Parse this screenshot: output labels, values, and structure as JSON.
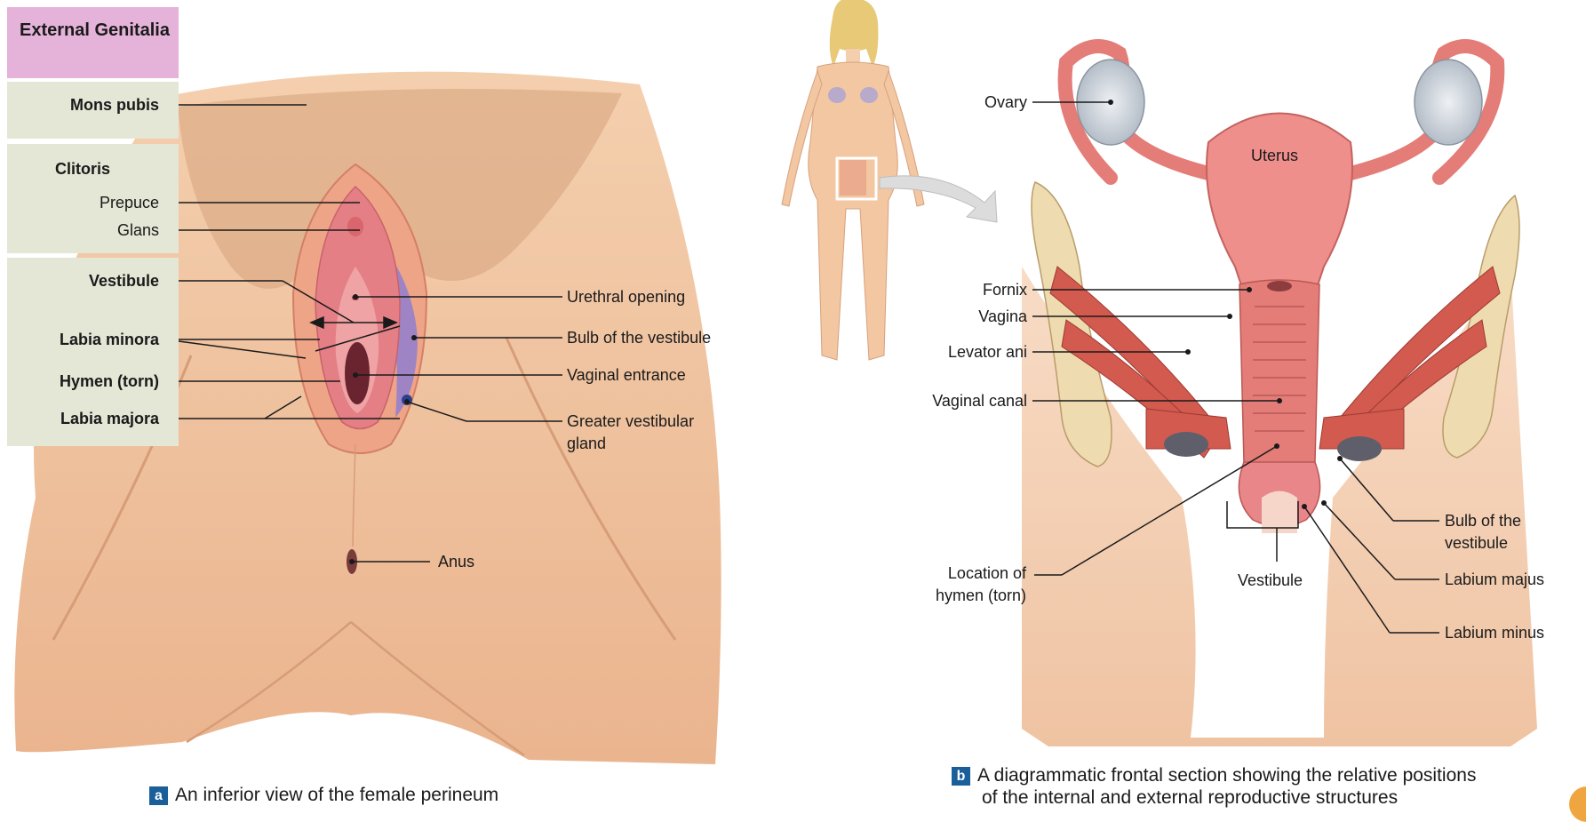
{
  "sidebar": {
    "title": "External Genitalia",
    "groups": [
      {
        "items": [
          "Mons pubis"
        ]
      },
      {
        "items": [
          "Clitoris",
          "Prepuce",
          "Glans"
        ]
      },
      {
        "items": [
          "Vestibule",
          "Labia minora",
          "Hymen (torn)",
          "Labia majora"
        ]
      }
    ]
  },
  "panel_a": {
    "left_labels": {
      "mons_pubis": "Mons pubis",
      "clitoris": "Clitoris",
      "prepuce": "Prepuce",
      "glans": "Glans",
      "vestibule": "Vestibule",
      "labia_minora": "Labia minora",
      "hymen": "Hymen (torn)",
      "labia_majora": "Labia majora"
    },
    "right_labels": {
      "urethral_opening": "Urethral opening",
      "bulb_of_vestibule": "Bulb of the vestibule",
      "vaginal_entrance": "Vaginal entrance",
      "greater_vestibular_gland_1": "Greater vestibular",
      "greater_vestibular_gland_2": "gland",
      "anus": "Anus"
    },
    "caption_letter": "a",
    "caption": "An inferior view of the female perineum"
  },
  "panel_b": {
    "labels": {
      "ovary": "Ovary",
      "uterus": "Uterus",
      "fornix": "Fornix",
      "vagina": "Vagina",
      "levator_ani": "Levator ani",
      "vaginal_canal": "Vaginal canal",
      "location_of_hymen_1": "Location of",
      "location_of_hymen_2": "hymen (torn)",
      "vestibule": "Vestibule",
      "bulb_1": "Bulb of the",
      "bulb_2": "vestibule",
      "labium_majus": "Labium majus",
      "labium_minus": "Labium minus"
    },
    "caption_letter": "b",
    "caption_line1": "A diagrammatic frontal section showing the relative positions",
    "caption_line2": "of the internal and external reproductive structures"
  },
  "colors": {
    "sidebar_title_bg": "#e5b3d9",
    "sidebar_box_bg": "#e4e6d6",
    "skin": "#f2c7a2",
    "tissue_pink": "#e8878a",
    "muscle_red": "#d25a4f",
    "badge_blue": "#1a5f9a"
  }
}
